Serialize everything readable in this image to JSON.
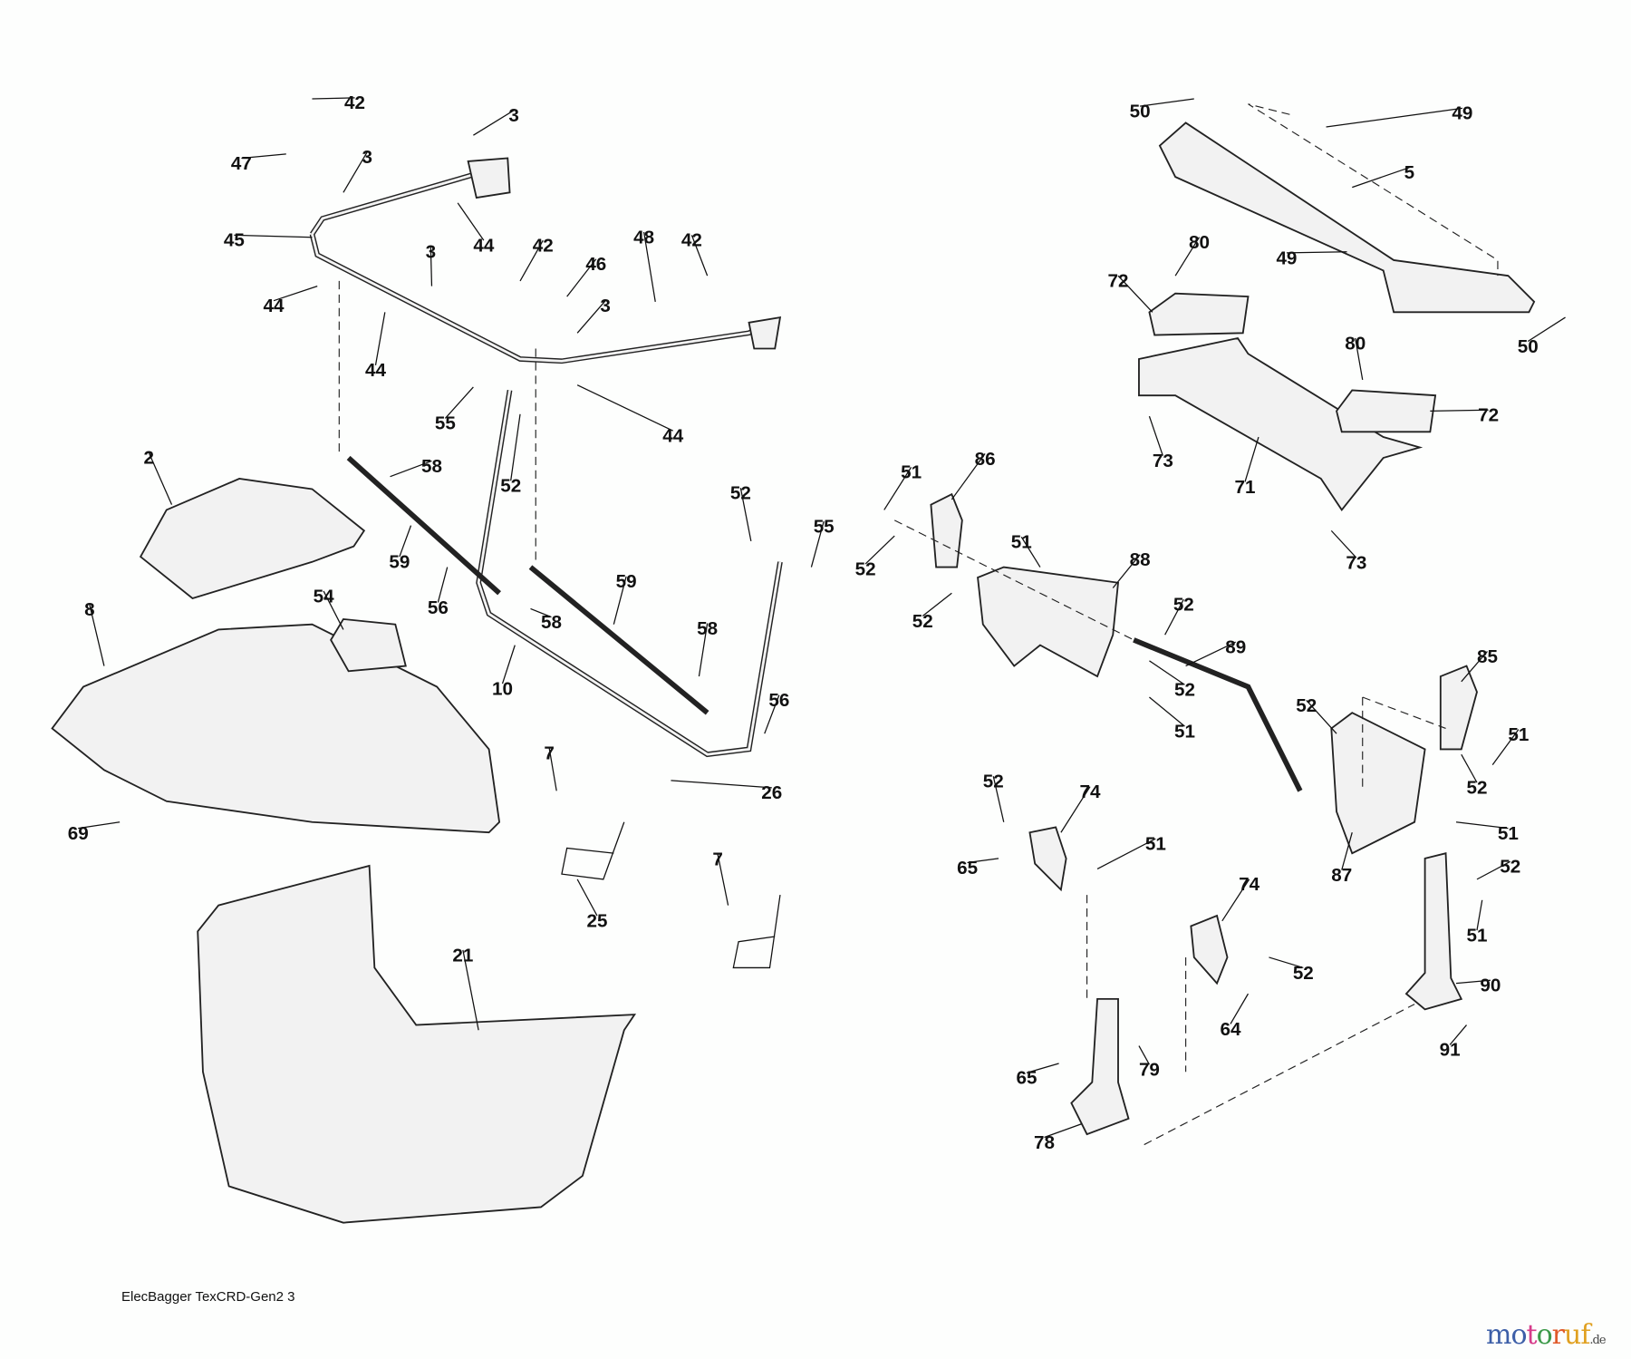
{
  "diagram_code": "ElecBagger TexCRD-Gen2 3",
  "watermark": {
    "letters": [
      "m",
      "o",
      "t",
      "o",
      "r",
      "u",
      "f"
    ],
    "colors": [
      "#3d5fa8",
      "#3d5fa8",
      "#d63b8a",
      "#3d9a4a",
      "#e05a2a",
      "#e0a020",
      "#e0a020"
    ],
    "suffix": ".de"
  },
  "callouts": [
    "42",
    "47",
    "3",
    "3",
    "45",
    "44",
    "44",
    "3",
    "42",
    "46",
    "48",
    "42",
    "3",
    "44",
    "44",
    "55",
    "52",
    "58",
    "2",
    "59",
    "56",
    "58",
    "59",
    "54",
    "8",
    "10",
    "52",
    "55",
    "58",
    "56",
    "7",
    "26",
    "7",
    "25",
    "69",
    "21",
    "50",
    "49",
    "5",
    "49",
    "50",
    "80",
    "72",
    "80",
    "72",
    "73",
    "71",
    "73",
    "51",
    "86",
    "52",
    "51",
    "88",
    "52",
    "52",
    "89",
    "52",
    "51",
    "85",
    "52",
    "51",
    "52",
    "51",
    "87",
    "52",
    "51",
    "52",
    "74",
    "51",
    "65",
    "74",
    "52",
    "90",
    "64",
    "91",
    "79",
    "65",
    "78"
  ]
}
